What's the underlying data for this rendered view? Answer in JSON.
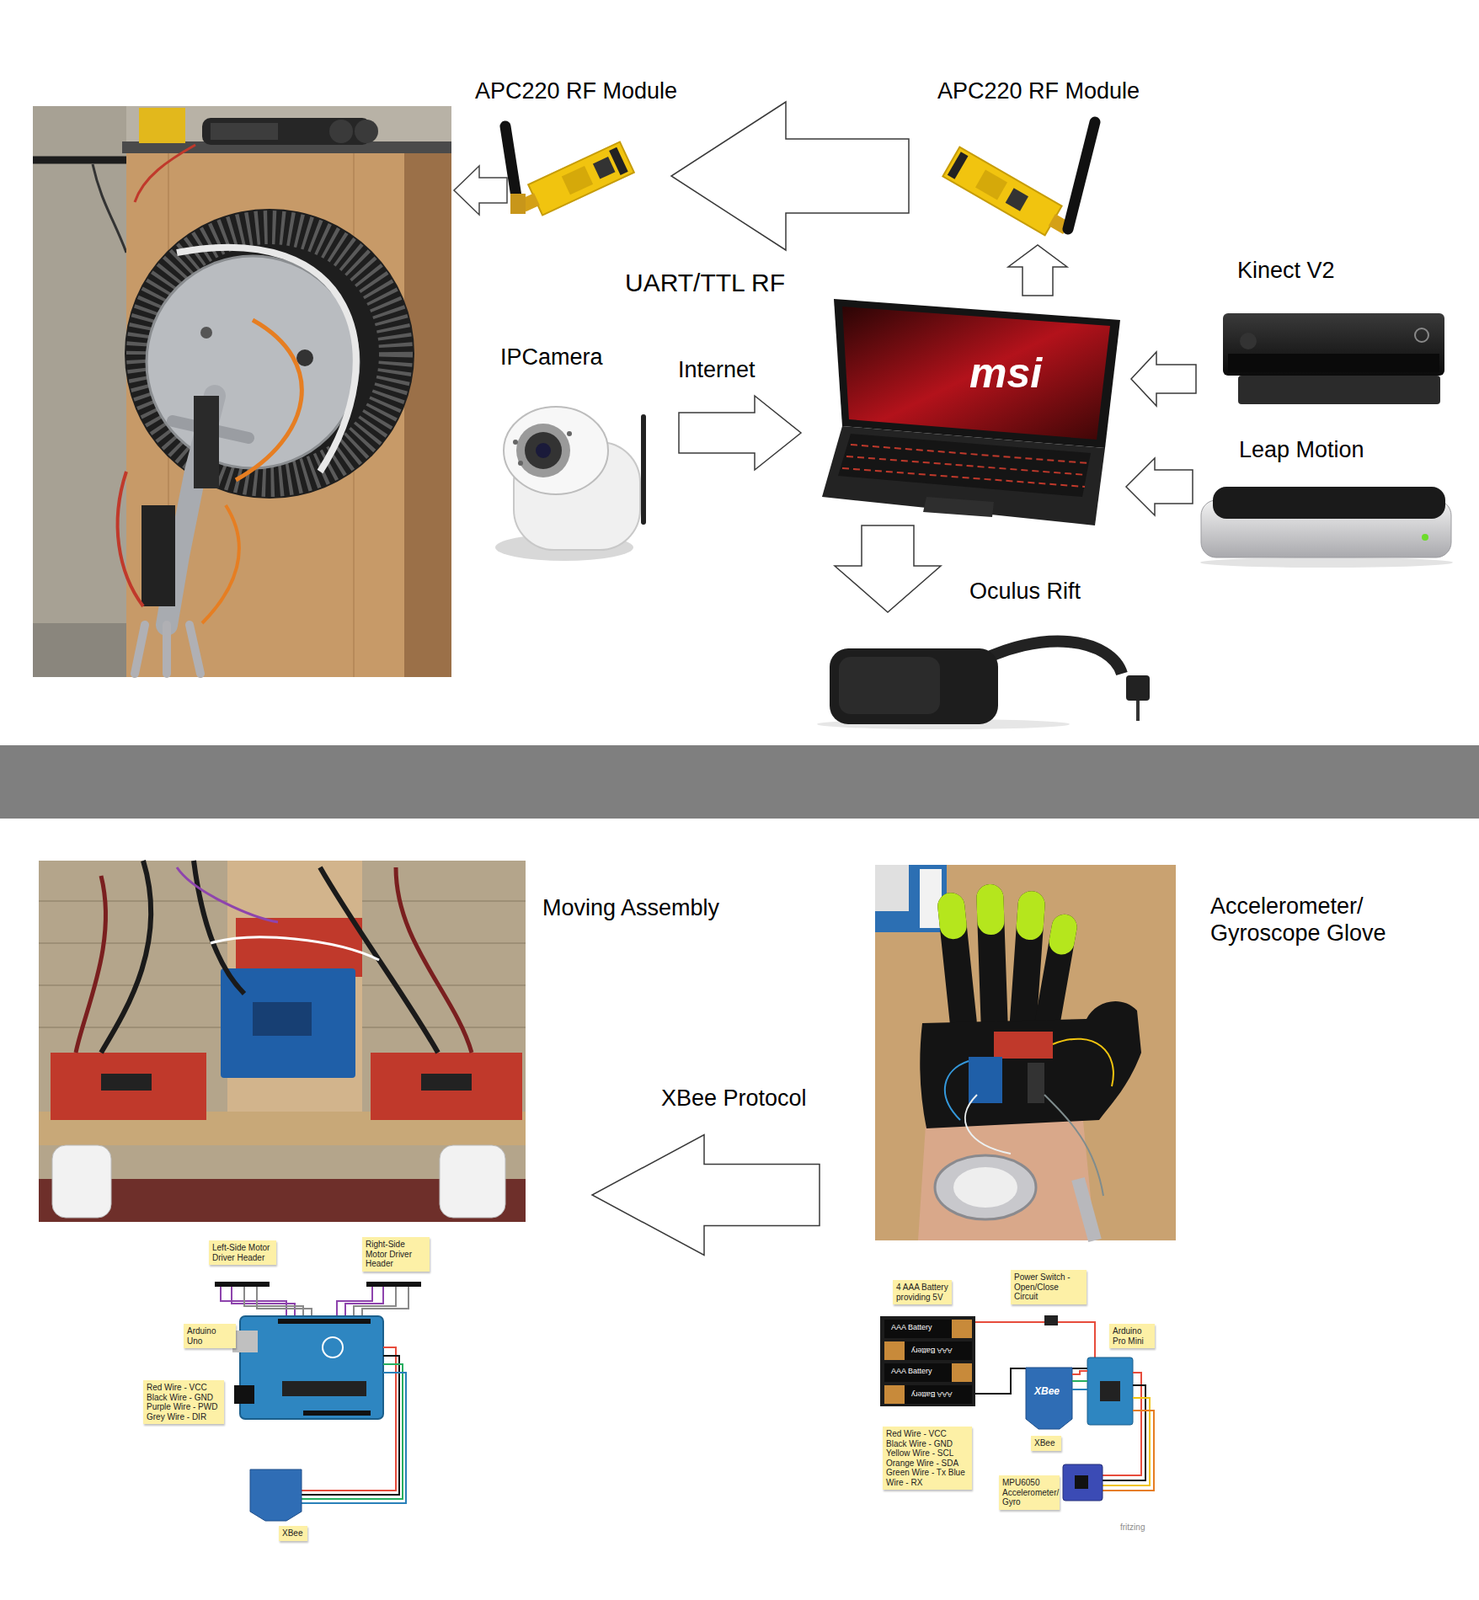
{
  "diagram": {
    "nodes": [
      {
        "text": [
          "APC220 RF Module"
        ]
      },
      {
        "text": [
          "APC220 RF Module"
        ]
      },
      {
        "text": [
          "IPCamera"
        ]
      },
      {
        "text": [
          "msi"
        ]
      },
      {
        "text": [
          "Kinect V2"
        ]
      },
      {
        "text": [
          "Leap Motion"
        ]
      },
      {
        "text": [
          "Oculus Rift"
        ]
      },
      {
        "text": [
          "Moving Assembly"
        ]
      },
      {
        "text": [
          "Accelerometer/ Gyroscope Glove"
        ]
      }
    ],
    "edges": [
      {
        "from": 1,
        "to": 0,
        "label": "UART/TTL RF",
        "arrow": "to"
      },
      {
        "from": 3,
        "to": 1,
        "arrow": "to"
      },
      {
        "from": 2,
        "to": 3,
        "label": "Internet",
        "arrow": "to"
      },
      {
        "from": 4,
        "to": 3,
        "arrow": "to"
      },
      {
        "from": 5,
        "to": 3,
        "arrow": "to"
      },
      {
        "from": 3,
        "to": 6,
        "arrow": "to"
      },
      {
        "from": 8,
        "to": 7,
        "label": "XBee Protocol",
        "arrow": "to"
      }
    ],
    "labels": [
      "Left-Side Motor Driver Header",
      "Right-Side Motor Driver Header",
      "Arduino Uno",
      "Red Wire - VCC Black Wire - GND Purple Wire - PWD Grey Wire - DIR",
      "XBee",
      "4 AAA Battery providing 5V",
      "Power Switch - Open/Close Circuit",
      "AAA Battery",
      "AAA Battery",
      "AAA Battery",
      "AAA Battery",
      "Arduino Pro Mini",
      "XBee",
      "XBee",
      "Red Wire - VCC Black Wire - GND Yellow Wire - SCL Orange Wire - SDA Green Wire - Tx Blue Wire - RX",
      "MPU6050 Accelerometer/ Gyro",
      "fritzing"
    ]
  }
}
